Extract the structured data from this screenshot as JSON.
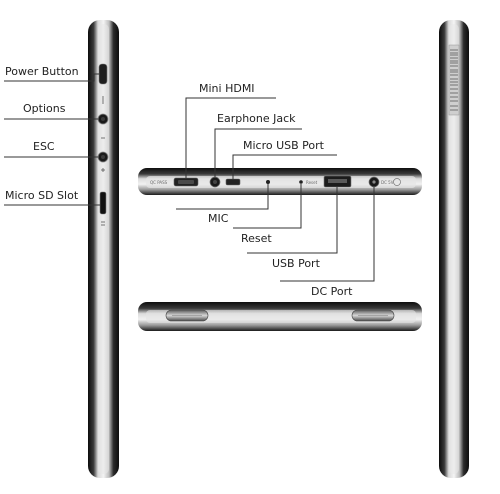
{
  "labels": {
    "power_button": "Power Button",
    "options": "Options",
    "esc": "ESC",
    "micro_sd_slot": "Micro SD Slot",
    "mini_hdmi": "Mini HDMI",
    "earphone_jack": "Earphone Jack",
    "micro_usb_port": "Micro USB Port",
    "mic": "MIC",
    "reset": "Reset",
    "usb_port": "USB Port",
    "dc_port": "DC Port"
  },
  "device_markings": {
    "qc_pass": "QC PASS",
    "reset_mark": "Reset",
    "dc_mark": "DC 5V"
  },
  "colors": {
    "bezel_black": "#141414",
    "silver": "#c9c9c9",
    "leader_line": "#333333",
    "label_text": "#222222"
  }
}
